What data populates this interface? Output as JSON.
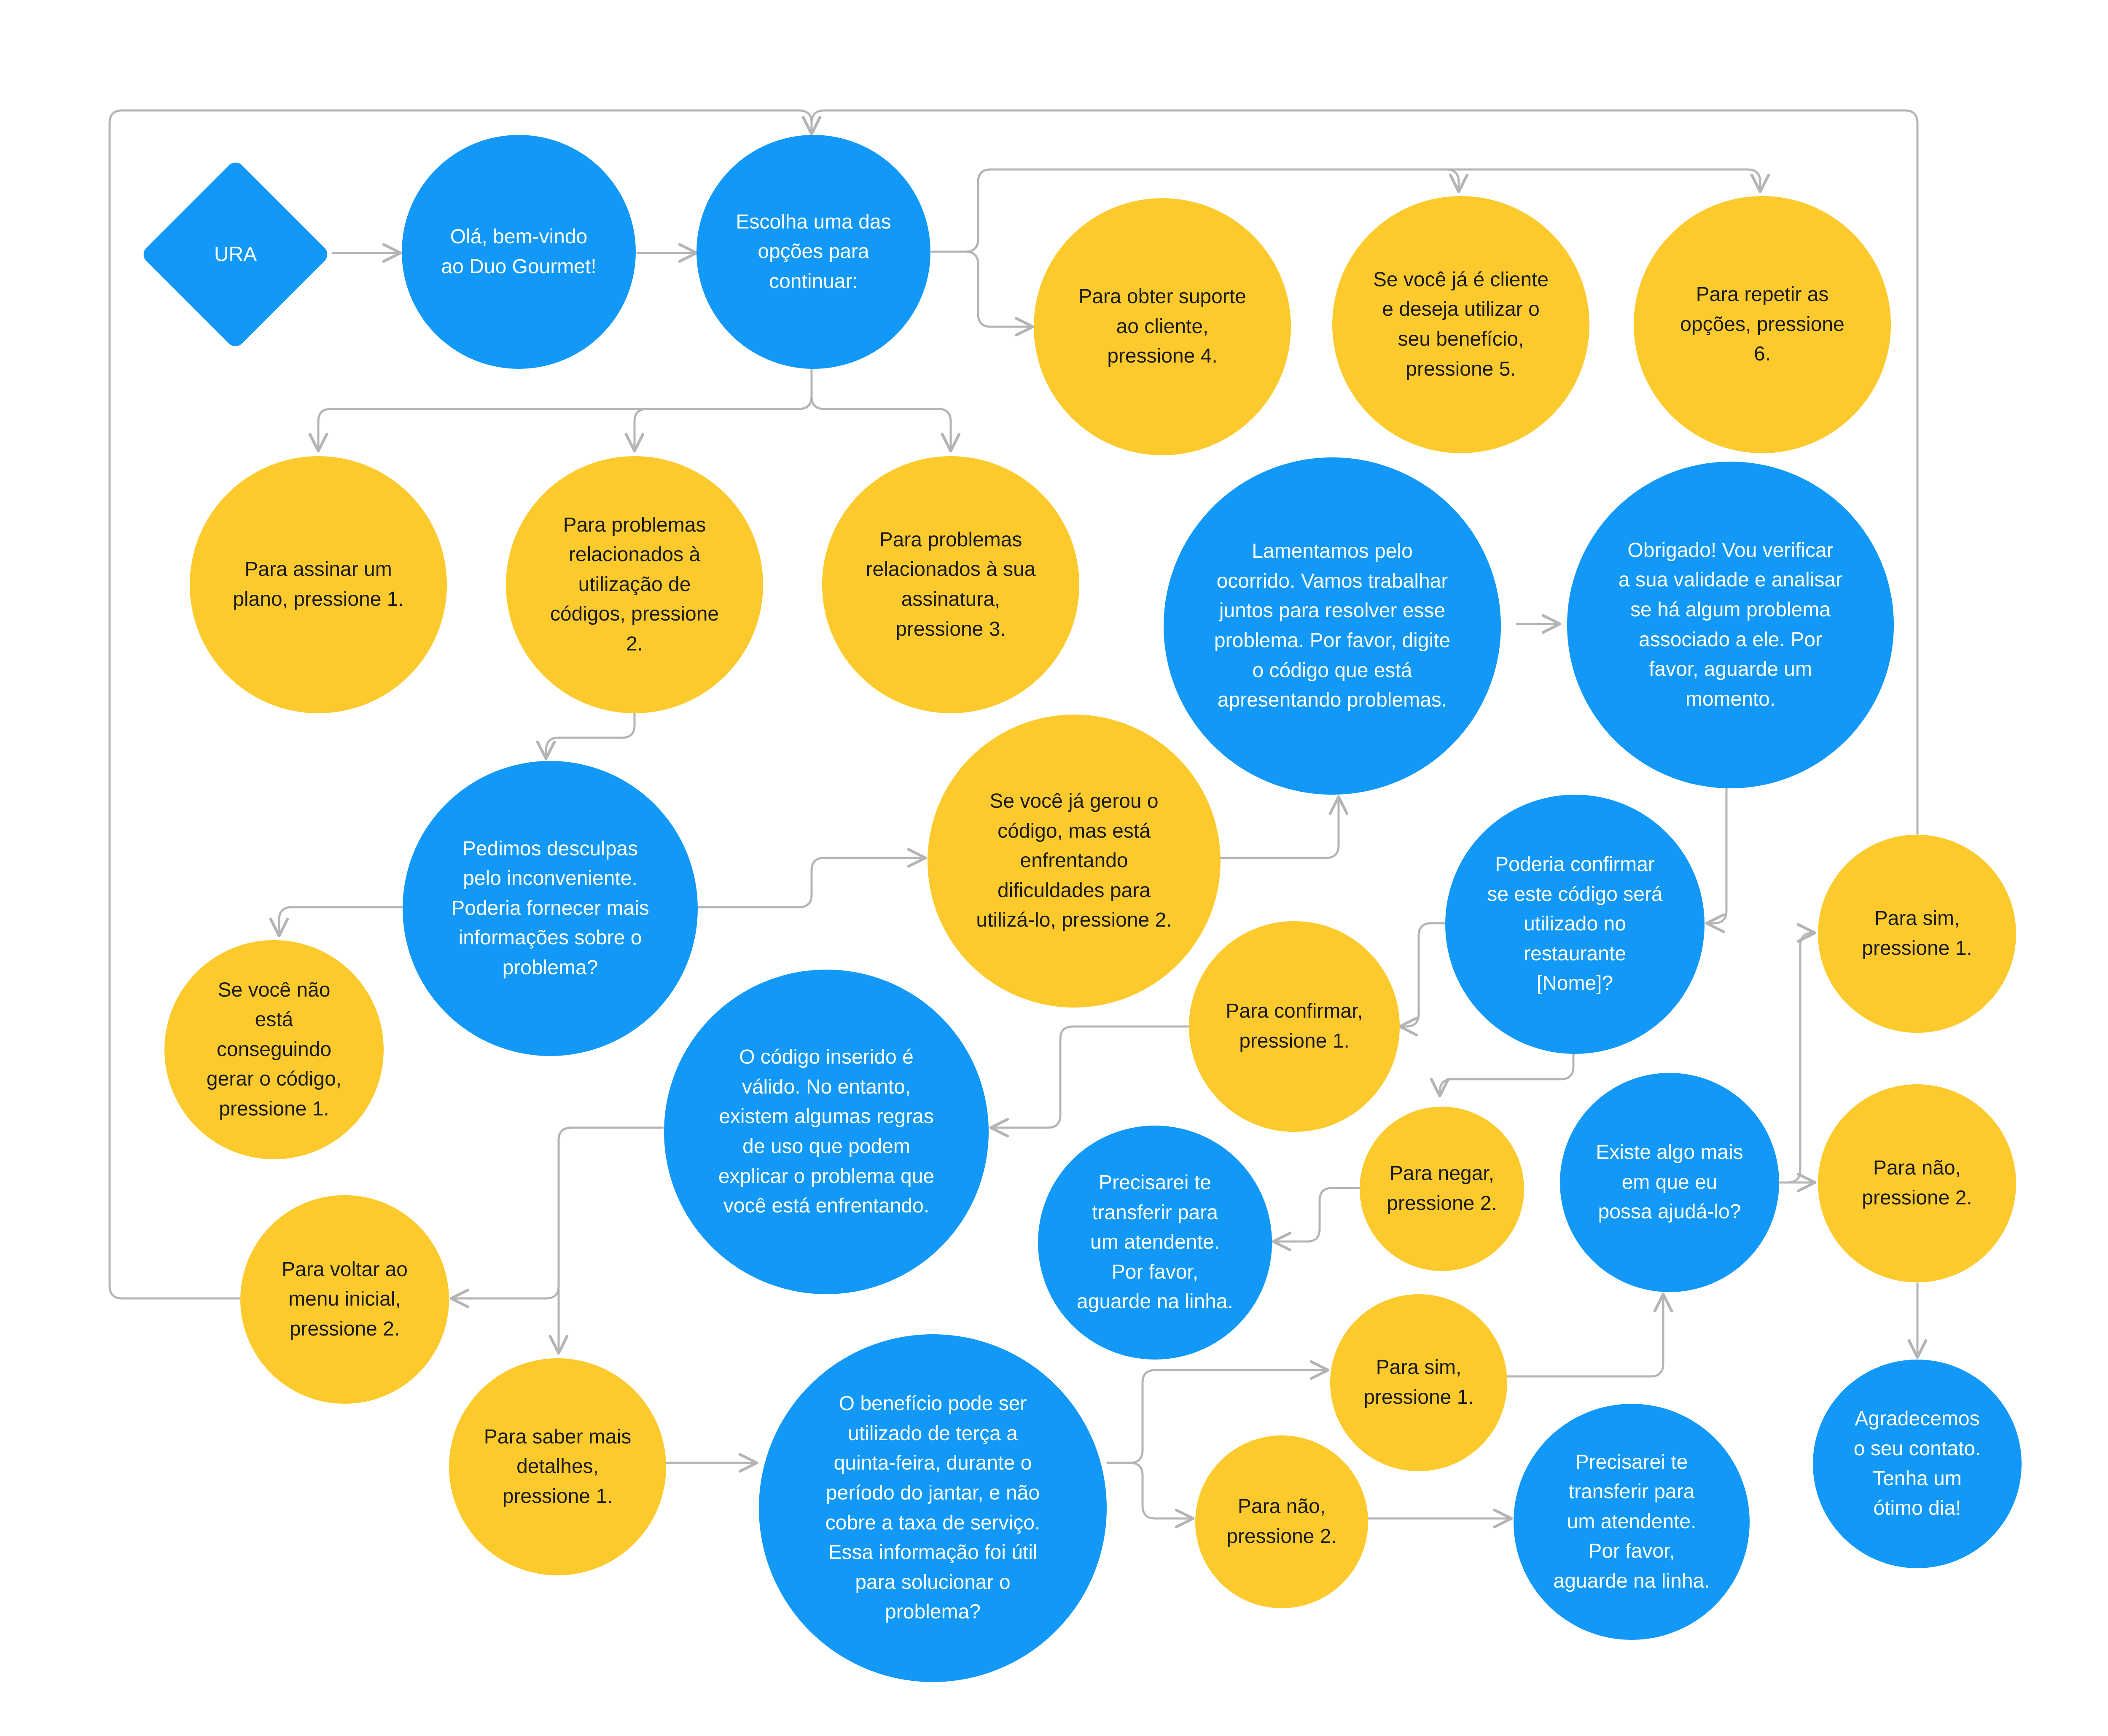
{
  "colors": {
    "blue": "#1299F8",
    "yellow": "#FCCA2D",
    "edge": "#B4B4B4"
  },
  "nodes": {
    "ura": "URA",
    "welcome": "Olá, bem-vindo\nao Duo Gourmet!",
    "choose": "Escolha uma das\nopções para\ncontinuar:",
    "support4": "Para obter suporte\nao cliente,\npressione 4.",
    "client5": "Se você já é cliente\ne deseja utilizar o\nseu benefício,\npressione 5.",
    "repeat6": "Para repetir as\nopções, pressione\n6.",
    "plan1": "Para assinar um\nplano, pressione 1.",
    "codes2": "Para problemas\nrelacionados à\nutilização de\ncódigos, pressione\n2.",
    "subscription3": "Para problemas\nrelacionados à sua\nassinatura,\npressione 3.",
    "sorry_info": "Pedimos desculpas\npelo inconveniente.\nPoderia fornecer mais\ninformações sobre o\nproblema?",
    "not_generating": "Se você não\nestá\nconseguindo\ngerar o código,\npressione 1.",
    "generated_issue": "Se você já gerou o\ncódigo, mas está\nenfrentando\ndificuldades para\nutilizá-lo, pressione 2.",
    "regret_code": "Lamentamos pelo\nocorrido. Vamos trabalhar\njuntos para resolver esse\nproblema. Por favor, digite\no código que está\napresentando problemas.",
    "thanks_verify": "Obrigado! Vou verificar\na sua validade e analisar\nse há algum problema\nassociado a ele. Por\nfavor, aguarde um\nmomento.",
    "confirm_restaurant": "Poderia confirmar\nse este código será\nutilizado no\nrestaurante\n[Nome]?",
    "confirm1": "Para confirmar,\npressione 1.",
    "deny2": "Para negar,\npressione 2.",
    "valid_code": "O código inserido é\nválido. No entanto,\nexistem algumas regras\nde uso que podem\nexplicar o problema que\nvocê está enfrentando.",
    "transfer_a": "Precisarei te\ntransferir para\num atendente.\nPor favor,\naguarde na linha.",
    "back_menu": "Para voltar ao\nmenu inicial,\npressione 2.",
    "more_details": "Para saber mais\ndetalhes,\npressione 1.",
    "benefit_info": "O benefício pode ser\nutilizado de terça a\nquinta-feira, durante o\nperíodo do jantar, e não\ncobre a taxa de serviço.\nEssa informação foi útil\npara solucionar o\nproblema?",
    "yes1_mid": "Para sim,\npressione 1.",
    "no2_mid": "Para não,\npressione 2.",
    "transfer_b": "Precisarei te\ntransferir para\num atendente.\nPor favor,\naguarde na linha.",
    "anything_else": "Existe algo mais\nem que eu\npossa ajudá-lo?",
    "yes1_right": "Para sim,\npressione 1.",
    "no2_right": "Para não,\npressione 2.",
    "thanks_contact": "Agradecemos\no seu contato.\nTenha um\nótimo dia!"
  }
}
